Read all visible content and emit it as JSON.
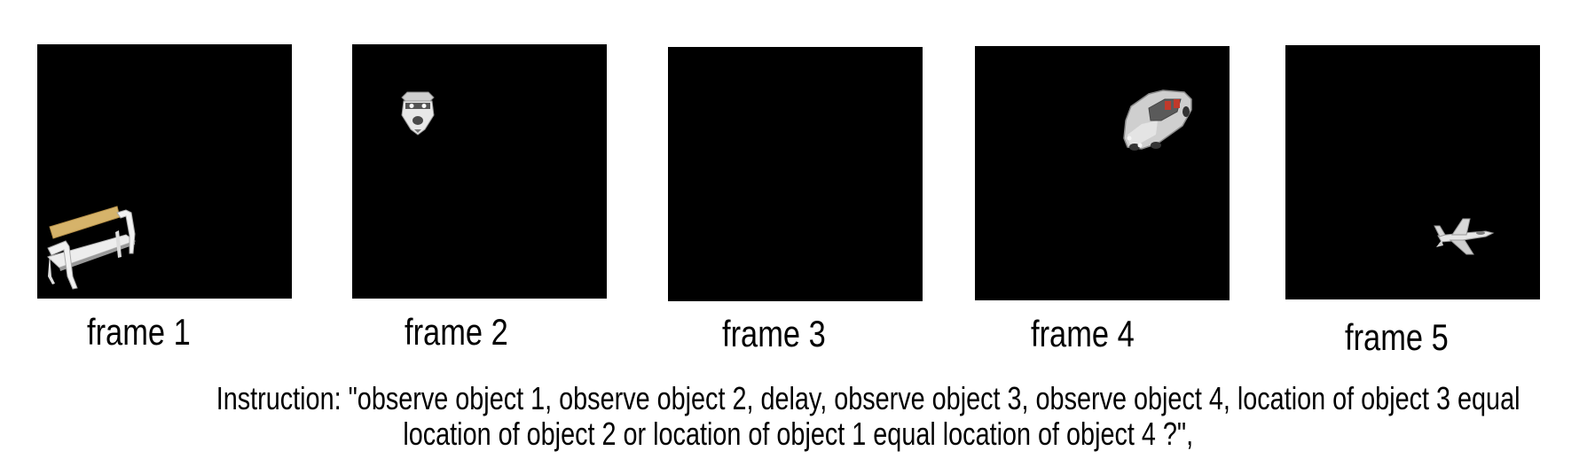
{
  "frames": [
    {
      "label": "frame 1",
      "object_icon": "bench-icon"
    },
    {
      "label": "frame 2",
      "object_icon": "animal-head-icon"
    },
    {
      "label": "frame 3",
      "object_icon": ""
    },
    {
      "label": "frame 4",
      "object_icon": "car-icon"
    },
    {
      "label": "frame 5",
      "object_icon": "airplane-icon"
    }
  ],
  "instruction": {
    "line1": "Instruction: \"observe object 1, observe object 2, delay, observe object 3, observe object 4, location of object 3 equal",
    "line2": "location of object 2 or location of object 1 equal location of object 4 ?\","
  },
  "colors": {
    "frame_background": "#000000",
    "bench_seat": "#d6b36a",
    "car_accent": "#c0392b"
  }
}
